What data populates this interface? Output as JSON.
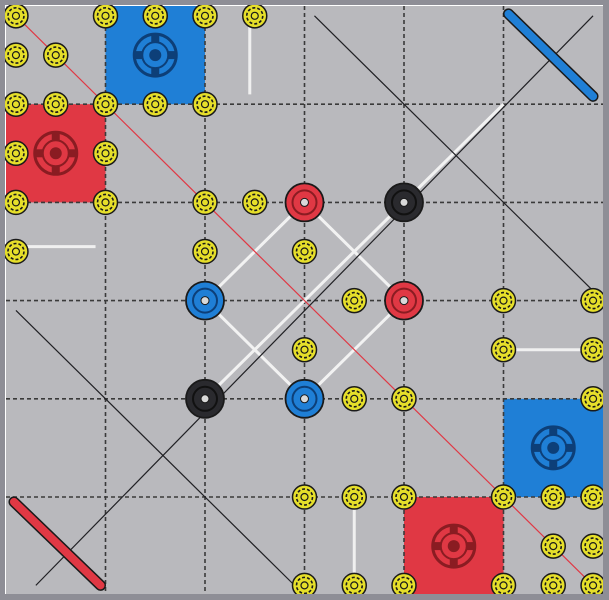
{
  "field": {
    "grid_tiles": [
      6,
      6
    ],
    "colors": {
      "tile": "#b9b9bd",
      "wall": "#8e8e96",
      "tile_seam": "#3a3a3a",
      "red": "#e03844",
      "red_dark": "#8a1c22",
      "blue": "#1f7fd6",
      "blue_dark": "#0d3f78",
      "black": "#2a2a2e",
      "yellow": "#e6df2a",
      "gray_line": "#6a6a70"
    }
  },
  "corner_zones": [
    {
      "id": "blue-top-left",
      "color": "blue",
      "tile": [
        1,
        0
      ]
    },
    {
      "id": "red-top-left",
      "color": "red",
      "tile": [
        0,
        1
      ]
    },
    {
      "id": "blue-bottom-right",
      "color": "blue",
      "tile": [
        5,
        4
      ]
    },
    {
      "id": "red-bottom-right",
      "color": "red",
      "tile": [
        4,
        5
      ]
    }
  ],
  "goals": [
    {
      "id": "goal-1",
      "color": "red",
      "grid": [
        3,
        2
      ]
    },
    {
      "id": "goal-2",
      "color": "black",
      "grid": [
        4,
        2
      ]
    },
    {
      "id": "goal-3",
      "color": "blue",
      "grid": [
        2,
        3
      ]
    },
    {
      "id": "goal-4",
      "color": "red",
      "grid": [
        4,
        3
      ]
    },
    {
      "id": "goal-5",
      "color": "black",
      "grid": [
        2,
        4
      ]
    },
    {
      "id": "goal-6",
      "color": "blue",
      "grid": [
        3,
        4
      ]
    }
  ],
  "rings": [
    [
      0.1,
      0.1
    ],
    [
      1,
      0.1
    ],
    [
      1.5,
      0.1
    ],
    [
      2,
      0.1
    ],
    [
      2.5,
      0.1
    ],
    [
      0.1,
      0.5
    ],
    [
      0.5,
      0.5
    ],
    [
      0.1,
      1
    ],
    [
      0.5,
      1
    ],
    [
      1,
      1
    ],
    [
      1.5,
      1
    ],
    [
      2,
      1
    ],
    [
      0.1,
      1.5
    ],
    [
      1,
      1.5
    ],
    [
      0.1,
      2
    ],
    [
      1,
      2
    ],
    [
      2,
      2
    ],
    [
      2.5,
      2
    ],
    [
      0.1,
      2.5
    ],
    [
      2,
      2.5
    ],
    [
      3,
      2.5
    ],
    [
      3.5,
      3
    ],
    [
      5,
      3
    ],
    [
      5.9,
      3
    ],
    [
      3,
      3.5
    ],
    [
      5,
      3.5
    ],
    [
      5.9,
      3.5
    ],
    [
      3.5,
      4
    ],
    [
      4,
      4
    ],
    [
      5.9,
      4
    ],
    [
      3,
      5
    ],
    [
      3.5,
      5
    ],
    [
      4,
      5
    ],
    [
      5,
      5
    ],
    [
      5.5,
      5
    ],
    [
      5.9,
      5
    ],
    [
      5.5,
      5.5
    ],
    [
      5.9,
      5.5
    ],
    [
      3,
      5.9
    ],
    [
      3.5,
      5.9
    ],
    [
      4,
      5.9
    ],
    [
      5,
      5.9
    ],
    [
      5.5,
      5.9
    ],
    [
      5.9,
      5.9
    ]
  ],
  "barriers": [
    {
      "color": "blue",
      "from": [
        5.05,
        0.08
      ],
      "to": [
        5.9,
        0.92
      ]
    },
    {
      "color": "red",
      "from": [
        0.08,
        5.05
      ],
      "to": [
        0.95,
        5.9
      ]
    }
  ],
  "ropes": [
    {
      "color": "red",
      "from": [
        0.05,
        0.05
      ],
      "to": [
        5.95,
        5.95
      ]
    },
    {
      "color": "black",
      "from": [
        0.3,
        5.9
      ],
      "to": [
        5.9,
        0.1
      ]
    },
    {
      "color": "black",
      "from": [
        3.1,
        0.1
      ],
      "to": [
        5.9,
        2.9
      ]
    },
    {
      "color": "black",
      "from": [
        0.1,
        3.1
      ],
      "to": [
        2.9,
        5.9
      ]
    }
  ]
}
